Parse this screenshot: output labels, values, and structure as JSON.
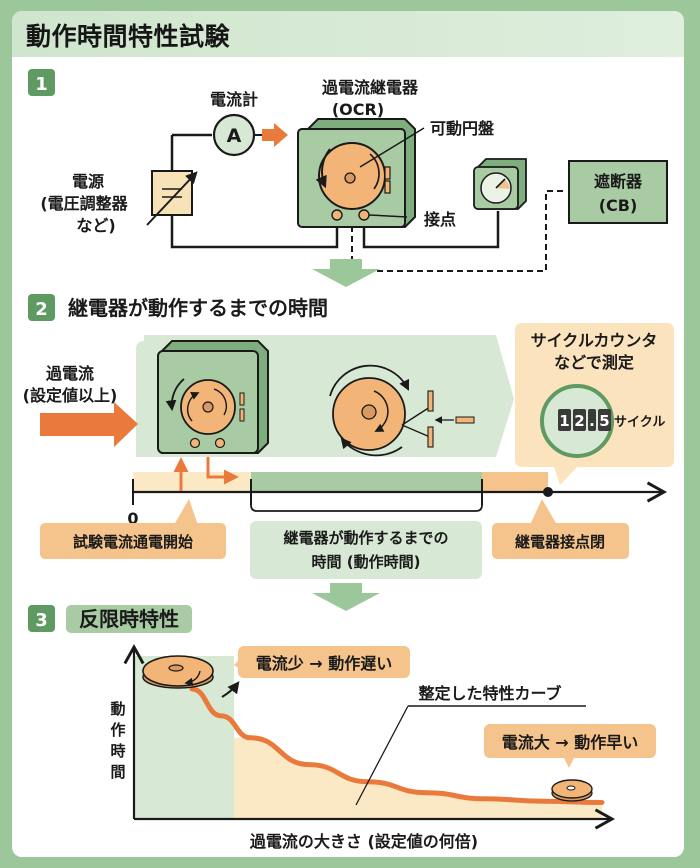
{
  "title": "動作時間特性試験",
  "colors": {
    "background": "#9cc79b",
    "accent_green": "#5e9a62",
    "light_green": "#d7e9d4",
    "orange": "#ea7a3c",
    "light_orange": "#f5c48c",
    "pale_orange": "#fbe9c6",
    "disc": "#f2b577"
  },
  "section1": {
    "number": "1",
    "ammeter_label": "電流計",
    "ammeter_symbol": "A",
    "power_label_line1": "電源",
    "power_label_line2": "(電圧調整器",
    "power_label_line3": "など)",
    "relay_label_line1": "過電流継電器",
    "relay_label_line2": "(OCR)",
    "disc_label": "可動円盤",
    "contact_label": "接点",
    "breaker_label_line1": "遮断器",
    "breaker_label_line2": "(CB)"
  },
  "section2": {
    "number": "2",
    "heading": "継電器が動作するまでの時間",
    "overcurrent_line1": "過電流",
    "overcurrent_line2": "(設定値以上)",
    "counter_label_line1": "サイクルカウンタ",
    "counter_label_line2": "などで測定",
    "counter_digits": [
      "1",
      "2",
      ".",
      "5"
    ],
    "counter_unit": "サイクル",
    "timeline_zero": "0",
    "start_label": "試験電流通電開始",
    "operating_time_line1": "継電器が動作するまでの",
    "operating_time_line2": "時間 (動作時間)",
    "contact_close_label": "継電器接点閉"
  },
  "section3": {
    "number": "3",
    "heading": "反限時特性",
    "y_axis_label": "動作時間",
    "x_axis_label": "過電流の大きさ (設定値の何倍)",
    "low_current_note": "電流少 → 動作遅い",
    "high_current_note": "電流大 → 動作早い",
    "curve_label": "整定した特性カーブ"
  },
  "chart_data": {
    "type": "line",
    "title": "反限時特性",
    "xlabel": "過電流の大きさ (設定値の何倍)",
    "ylabel": "動作時間",
    "x": [
      1.0,
      1.5,
      2.0,
      3.0,
      4.0,
      5.0,
      6.0,
      7.0,
      8.0
    ],
    "series": [
      {
        "name": "整定した特性カーブ",
        "values": [
          1.0,
          0.78,
          0.6,
          0.38,
          0.24,
          0.15,
          0.1,
          0.08,
          0.07
        ]
      }
    ],
    "annotations": [
      "電流少 → 動作遅い",
      "電流大 → 動作早い",
      "整定した特性カーブ"
    ],
    "grid": false
  }
}
